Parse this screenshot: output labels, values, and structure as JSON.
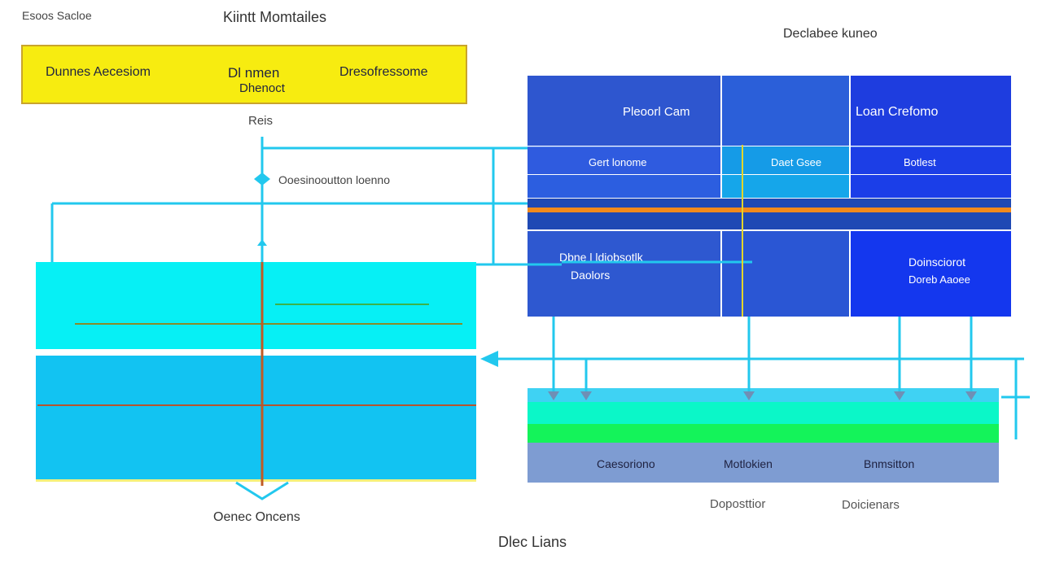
{
  "header": {
    "top_left": "Esoos Sacloe",
    "title": "Kiintt Momtailes",
    "right_title": "Declabee kuneo"
  },
  "yellow_bar": {
    "left": "Dunnes Aecesiom",
    "center_line1": "Dl nmen",
    "center_line2": "Dhenoct",
    "right": "Dresofressome"
  },
  "labels": {
    "rels": "Reis",
    "annotation": "Ooesinooutton loenno",
    "bottom_left": "Oenec Oncens",
    "bottom_center": "Dlec Lians",
    "below_bar_1": "Doposttior",
    "below_bar_2": "Doicienars"
  },
  "grid": {
    "row1": {
      "left": "Pleoorl Cam",
      "middle": "",
      "right": "Loan Crefomo"
    },
    "row2": {
      "left": "Gert lonome",
      "middle": "Daet Gsee",
      "right": "Botlest"
    },
    "row4": {
      "left_line1": "Dbne l ldiobsotlk",
      "left_line2": "Daolors",
      "right_line1": "Doinsciorot",
      "right_line2": "Doreb Aaoee"
    }
  },
  "bar": {
    "label_1": "Caesoriono",
    "label_2": "Motlokien",
    "label_3": "Bnmsitton"
  },
  "colors": {
    "yellow": "#f7ec10",
    "cyan": "#06f0f5",
    "sky": "#12c3f2",
    "connector": "#22c8ee",
    "grid_blue": "#2d55d6",
    "grid_right": "#1537e2",
    "orange_line": "#f28a1c",
    "mint": "#0bf7c8",
    "green": "#14f35a",
    "slate": "#7e9cd2"
  }
}
